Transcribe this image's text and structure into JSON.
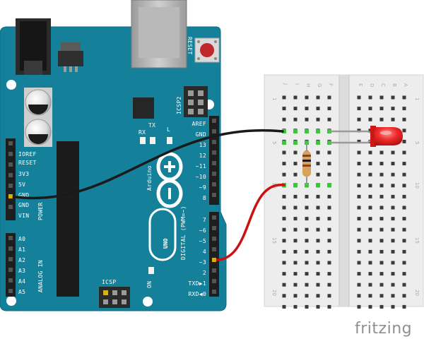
{
  "board": {
    "brand": "Arduino",
    "model": "UNO",
    "reset_label": "RESET",
    "icsp2_label": "ICSP2",
    "icsp_label": "ICSP",
    "tx_label": "TX",
    "rx_label": "RX",
    "l_label": "L",
    "on_label": "ON",
    "digital_label": "DIGITAL (PWM=~)",
    "power_group_label": "POWER",
    "analog_group_label": "ANALOG IN",
    "power_pins": [
      "IOREF",
      "RESET",
      "3V3",
      "5V",
      "GND",
      "GND",
      "VIN"
    ],
    "analog_pins": [
      "A0",
      "A1",
      "A2",
      "A3",
      "A4",
      "A5"
    ],
    "digital_top_pins": [
      "AREF",
      "GND",
      "13",
      "12",
      "~11",
      "~10",
      "~9",
      "8"
    ],
    "digital_bottom_pins": [
      "7",
      "~6",
      "~5",
      "4",
      "~3",
      "2",
      "TXD▶1",
      "RXD◀0"
    ]
  },
  "breadboard": {
    "columns_left": [
      "J",
      "I",
      "H",
      "G",
      "F"
    ],
    "columns_right": [
      "E",
      "D",
      "C",
      "B",
      "A"
    ],
    "row_markers": [
      "1",
      "5",
      "10",
      "15",
      "20"
    ]
  },
  "wires": {
    "black_color": "#1a1a1a",
    "red_color": "#cc1111"
  },
  "components": {
    "led_color": "#e8202a",
    "resistor_color": "#d9a066"
  },
  "watermark": "fritzing"
}
